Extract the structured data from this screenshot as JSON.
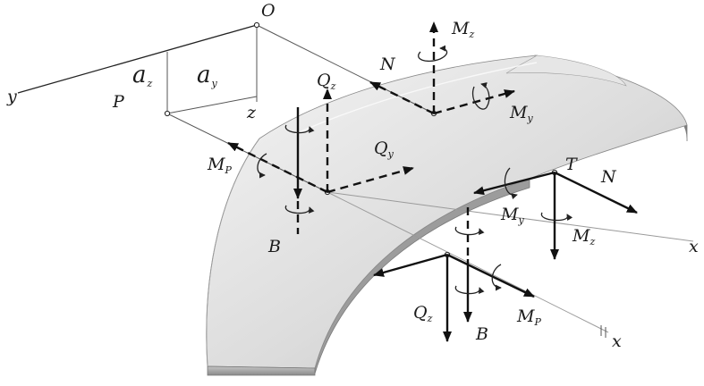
{
  "labels": {
    "origin": "O",
    "y_axis": "y",
    "z_axis": "z",
    "point_p": "P",
    "a_z_main": "a",
    "a_z_sub": "z",
    "a_y_main": "a",
    "a_y_sub": "y",
    "n_top": "N",
    "mz_top_main": "M",
    "mz_top_sub": "z",
    "my_top_main": "M",
    "my_top_sub": "y",
    "qz_left_main": "Q",
    "qz_left_sub": "z",
    "qy_main": "Q",
    "qy_sub": "y",
    "mp_left_main": "M",
    "mp_left_sub": "P",
    "b_left": "B",
    "point_t": "T",
    "n_right": "N",
    "my_right_main": "M",
    "my_right_sub": "y",
    "mz_right_main": "M",
    "mz_right_sub": "z",
    "x_axis_right": "x",
    "qz_bottom_main": "Q",
    "qz_bottom_sub": "z",
    "b_bottom": "B",
    "mp_bottom_main": "M",
    "mp_bottom_sub": "P",
    "x_axis_bottom": "x"
  },
  "colors": {
    "beam_light": "#f2f2f2",
    "beam_mid": "#cfcfcf",
    "beam_dark": "#8e8e8e",
    "ink": "#111111"
  }
}
